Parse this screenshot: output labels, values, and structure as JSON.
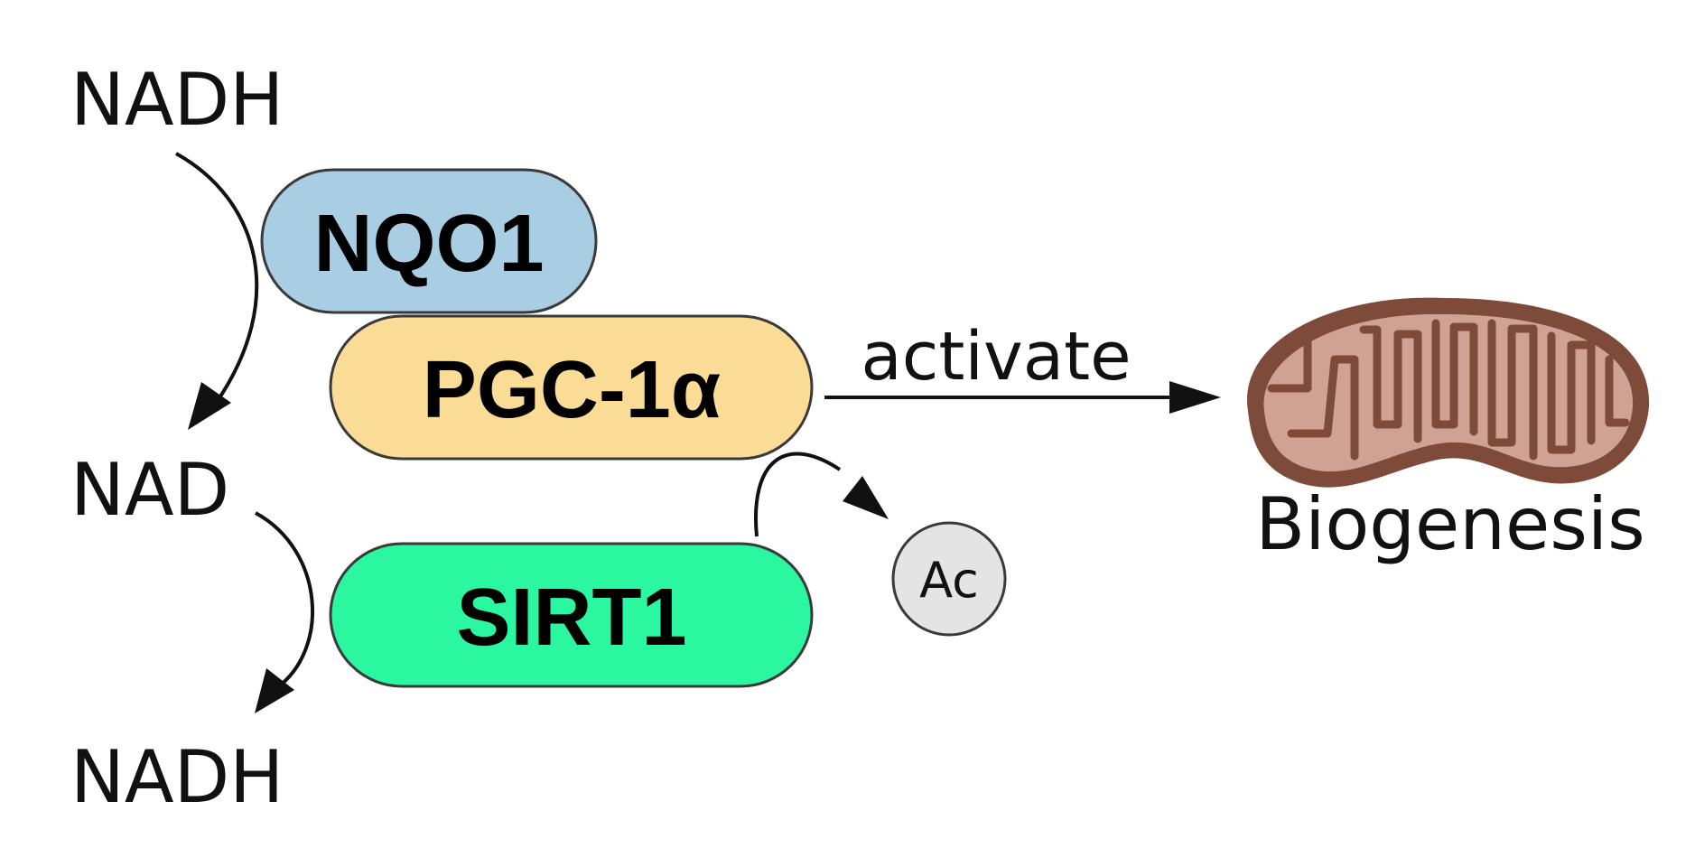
{
  "metabolites": {
    "nadh_top": "NADH",
    "nad": "NAD",
    "nadh_bottom": "NADH"
  },
  "proteins": {
    "nqo1": {
      "label": "NQO1",
      "color": "#a9cde3"
    },
    "pgc1a": {
      "label": "PGC-1α",
      "color": "#fbdc96"
    },
    "sirt1": {
      "label": "SIRT1",
      "color": "#2bf7a0"
    }
  },
  "edges": {
    "activate_label": "activate"
  },
  "acetyl": {
    "label": "Ac",
    "color": "#e4e4e4"
  },
  "mitochondrion": {
    "label": "Biogenesis",
    "outer_color": "#7e4a3a",
    "inner_color": "#cfa293"
  }
}
